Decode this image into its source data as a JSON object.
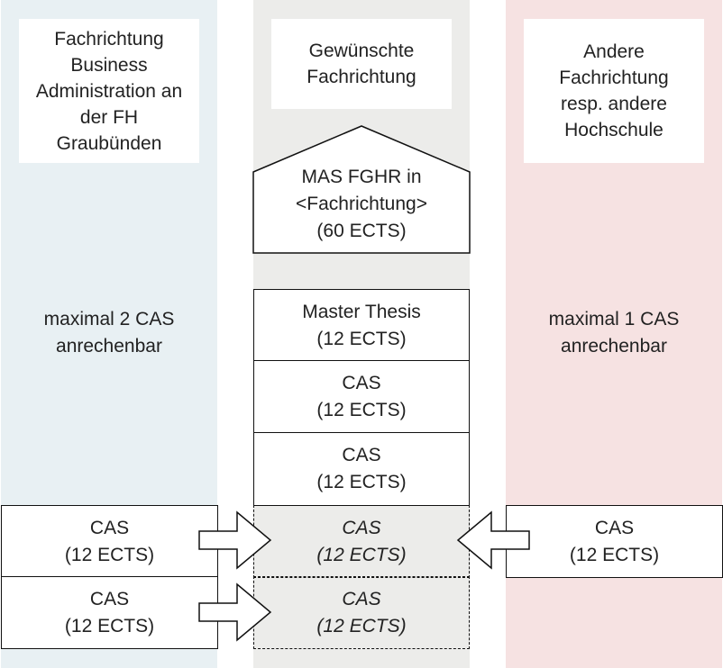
{
  "colors": {
    "left_column_bg": "#e8f0f3",
    "middle_column_bg": "#ececea",
    "right_column_bg": "#f6e2e2",
    "box_border": "#111111"
  },
  "columns": {
    "left": {
      "header": "Fachrichtung\nBusiness\nAdministration an\nder FH\nGraubünden",
      "note": "maximal 2 CAS\nanrechenbar",
      "boxes": [
        {
          "line1": "CAS",
          "line2": "(12 ECTS)"
        },
        {
          "line1": "CAS",
          "line2": "(12 ECTS)"
        }
      ]
    },
    "middle": {
      "header": "Gewünschte\nFachrichtung",
      "mas": "MAS FGHR in\n<Fachrichtung>\n(60 ECTS)",
      "stack": [
        {
          "line1": "Master Thesis",
          "line2": "(12 ECTS)"
        },
        {
          "line1": "CAS",
          "line2": "(12 ECTS)"
        },
        {
          "line1": "CAS",
          "line2": "(12 ECTS)"
        }
      ],
      "credited": [
        {
          "line1": "CAS",
          "line2": "(12 ECTS)"
        },
        {
          "line1": "CAS",
          "line2": "(12 ECTS)"
        }
      ]
    },
    "right": {
      "header": "Andere\nFachrichtung\nresp. andere\nHochschule",
      "note": "maximal 1 CAS\nanrechenbar",
      "boxes": [
        {
          "line1": "CAS",
          "line2": "(12 ECTS)"
        }
      ]
    }
  }
}
